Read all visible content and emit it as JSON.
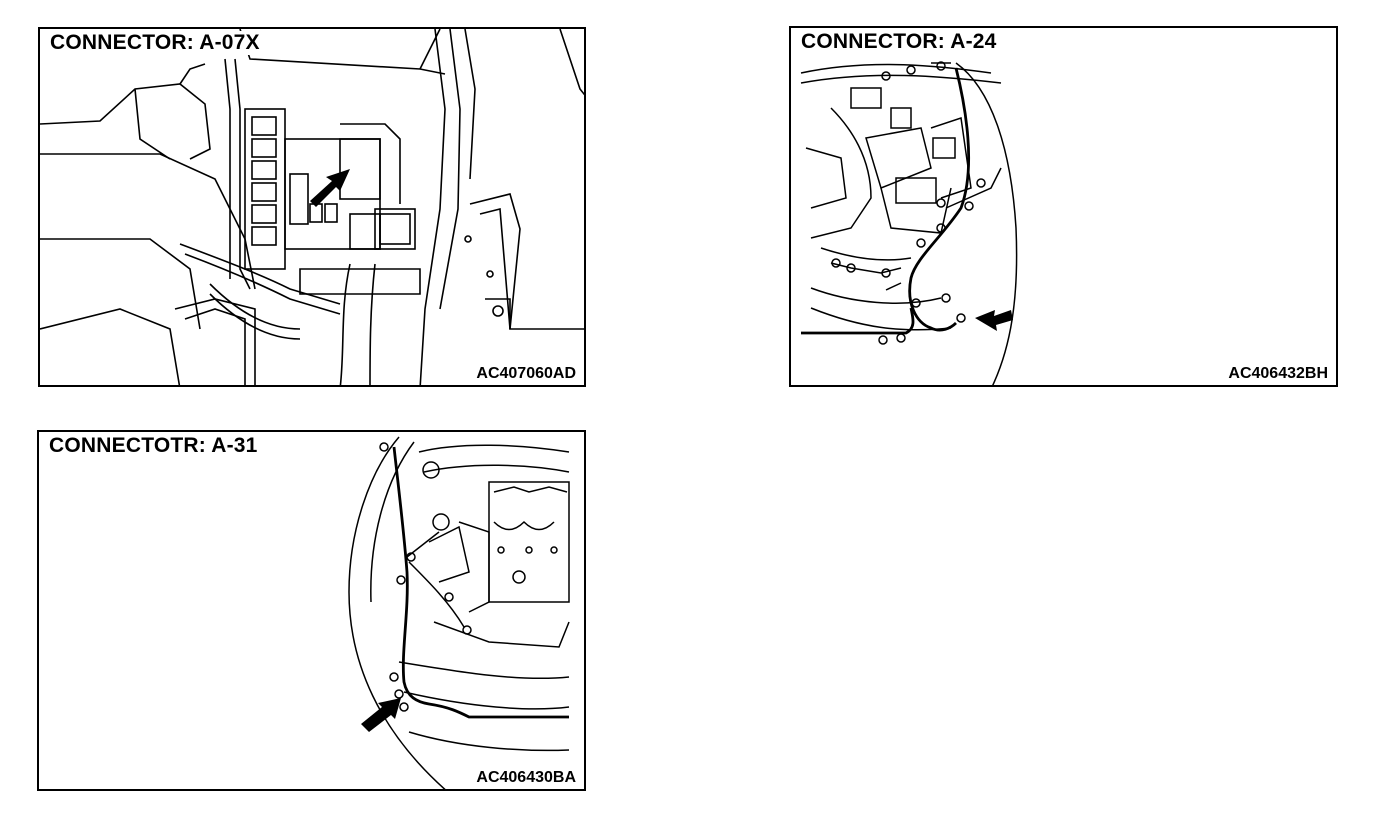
{
  "panels": [
    {
      "title": "CONNECTOR: A-07X",
      "code": "AC407060AD",
      "location_icon": "relay-box-icon"
    },
    {
      "title": "CONNECTOR: A-24",
      "code": "AC406432BH",
      "location_icon": "engine-bay-left-icon"
    },
    {
      "title": "CONNECTOTR: A-31",
      "code": "AC406430BA",
      "location_icon": "engine-bay-right-icon"
    }
  ],
  "colors": {
    "line": "#000000",
    "background": "#ffffff"
  }
}
